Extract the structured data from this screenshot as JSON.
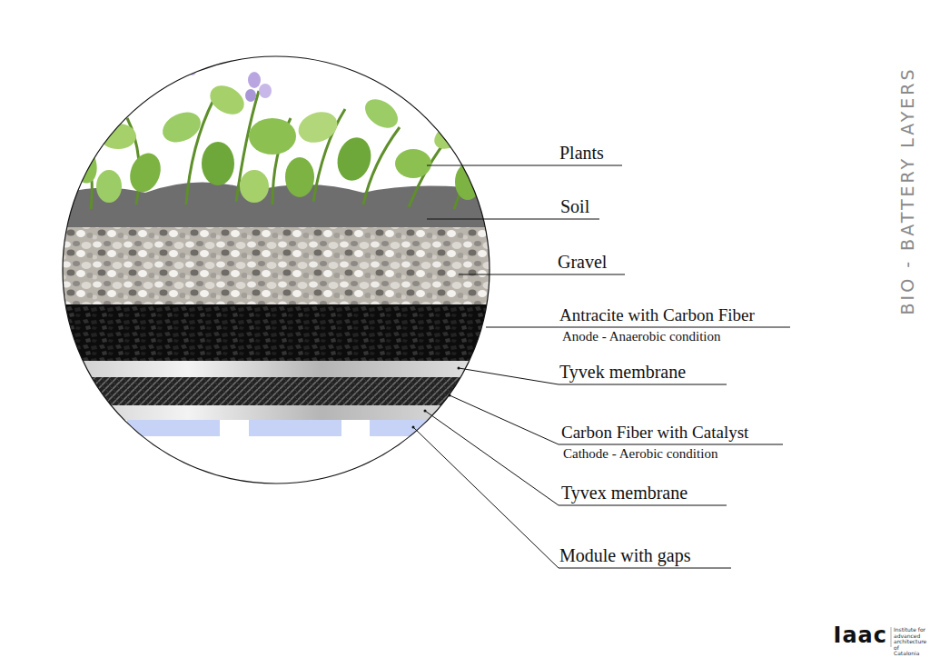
{
  "diagram": {
    "title": "BIO - BATTERY LAYERS",
    "labels": [
      "Plants",
      "Soil",
      "Gravel",
      "Antracite with Carbon Fiber",
      "Anode - Anaerobic condition",
      "Tyvek membrane",
      "Carbon Fiber with Catalyst",
      "Cathode - Aerobic condition",
      "Tyvex membrane",
      "Module with gaps",
      "Iaac",
      "Institute for advanced architecture of Catalonia"
    ]
  }
}
